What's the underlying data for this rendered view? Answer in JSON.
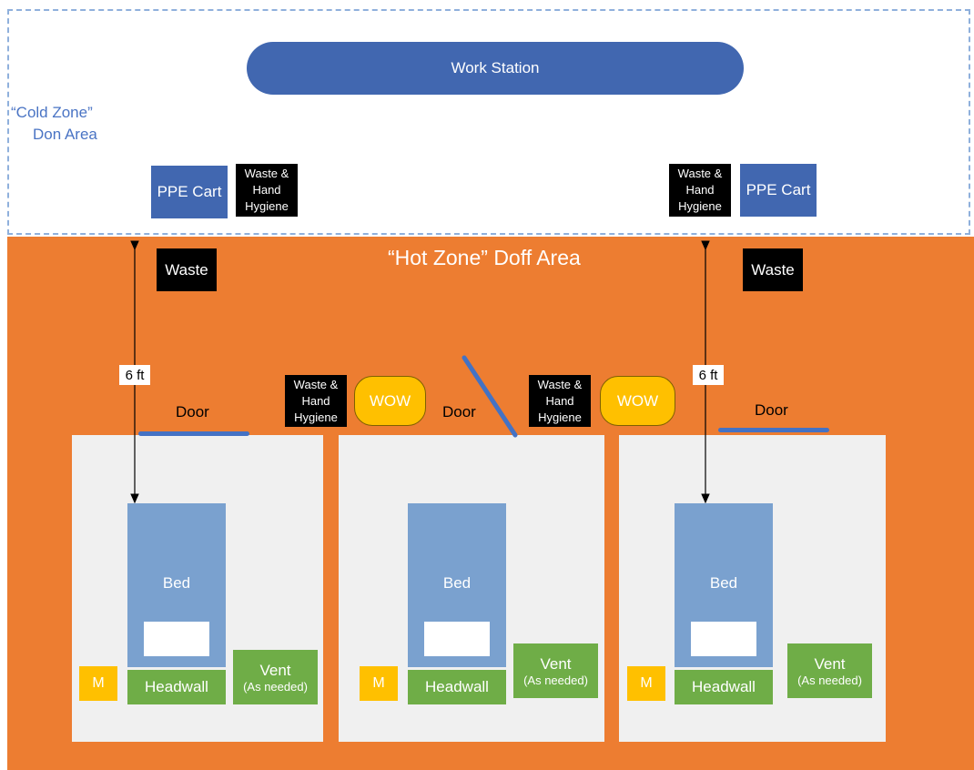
{
  "cold_zone": {
    "label_line1": "“Cold Zone”",
    "label_line2": "Don Area"
  },
  "hot_zone": {
    "label": "“Hot Zone” Doff Area"
  },
  "work_station": "Work Station",
  "ppe_cart": "PPE Cart",
  "waste_hand_hygiene": "Waste & Hand Hygiene",
  "waste": "Waste",
  "six_ft": "6 ft",
  "door": "Door",
  "wow": "WOW",
  "bed": "Bed",
  "headwall": "Headwall",
  "vent": {
    "main": "Vent",
    "sub": "(As needed)"
  },
  "monitor": "M",
  "colors": {
    "hot_zone": "#ed7d31",
    "station_blue": "#4167b0",
    "green": "#6fad47",
    "yellow": "#ffc000",
    "bed_blue": "#7aa1cf",
    "room": "#f0f0f0"
  }
}
